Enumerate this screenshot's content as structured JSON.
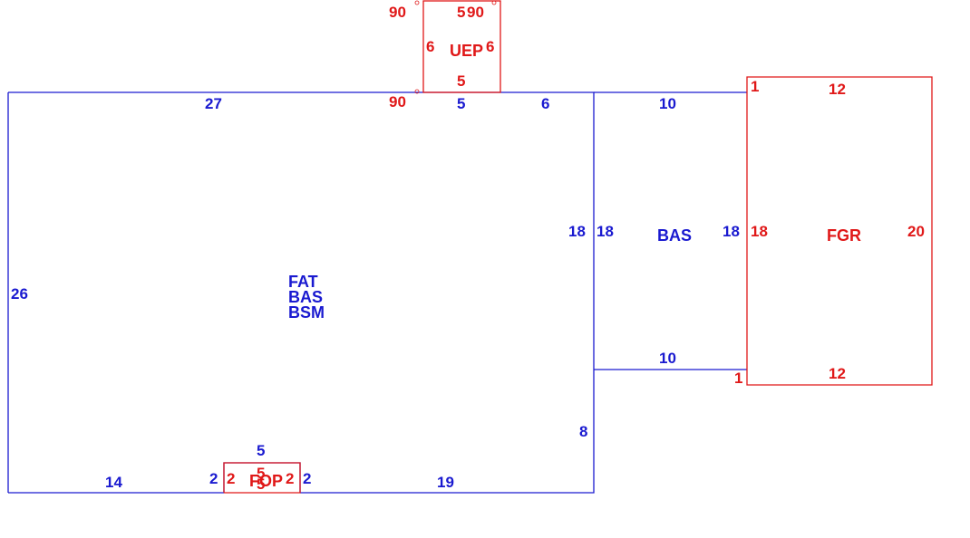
{
  "colors": {
    "primary_outline": "#1a1ad0",
    "secondary_outline": "#e01818"
  },
  "areas": {
    "main": {
      "labels": [
        "FAT",
        "BAS",
        "BSM"
      ]
    },
    "bas_annex": {
      "label": "BAS"
    },
    "garage": {
      "label": "FGR"
    },
    "upper_porch": {
      "label": "UEP"
    },
    "front_porch": {
      "label": "FOP"
    }
  },
  "dimensions": {
    "main_top_left": "27",
    "main_top_mid": "5",
    "main_top_right": "6",
    "main_left": "26",
    "main_right_upper": "18",
    "main_right_lower": "8",
    "main_bottom_left": "14",
    "main_bottom_right": "19",
    "bas_annex_left": "18",
    "bas_annex_top": "10",
    "bas_annex_right": "18",
    "bas_annex_bottom": "10",
    "garage_top": "12",
    "garage_left": "18",
    "garage_right": "20",
    "garage_bottom": "12",
    "garage_step_top": "1",
    "garage_step_bottom": "1",
    "uep_top_left": "5",
    "uep_top_right": "90",
    "uep_left_angle": "90",
    "uep_left": "6",
    "uep_right": "6",
    "uep_bottom": "5",
    "uep_base_angle": "90",
    "fop_top": "5",
    "fop_left_blue": "2",
    "fop_left_red": "2",
    "fop_inner_top": "5",
    "fop_inner_bottom": "5",
    "fop_right_red": "2",
    "fop_right_blue": "2"
  }
}
